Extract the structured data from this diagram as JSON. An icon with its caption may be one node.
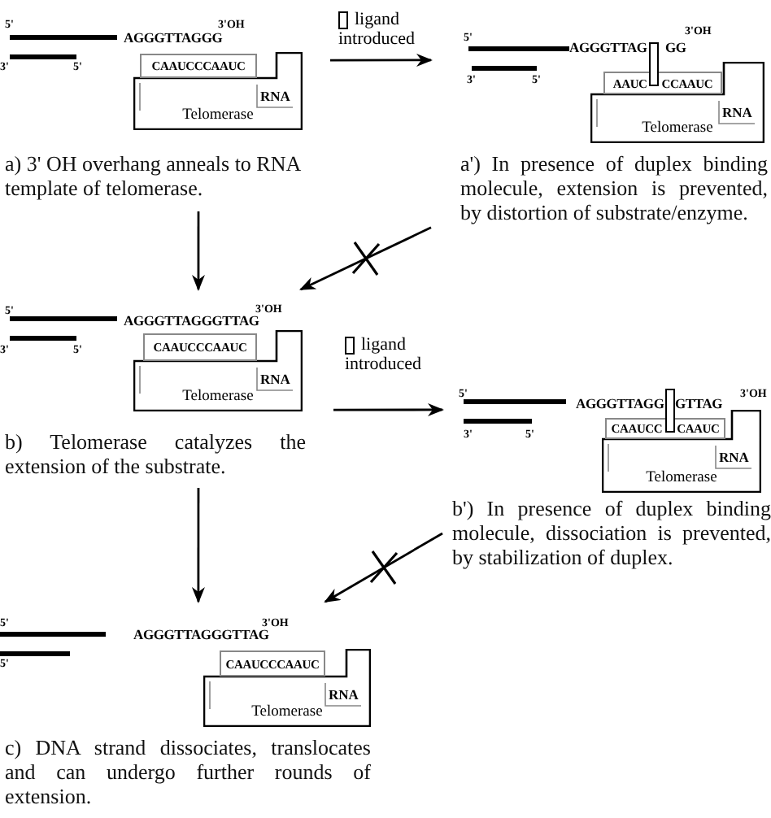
{
  "diagram": {
    "nodes": [
      {
        "text": [
          "a) 3' OH overhang anneals to RNA template of telomerase."
        ]
      },
      {
        "text": [
          "RNA",
          "Telomerase"
        ],
        "in": 0
      },
      {
        "text": [
          "CAAUCCCAAUC"
        ],
        "in": 0
      },
      {
        "text": [
          "a') In presence of duplex binding molecule, extension is prevented, by distortion of substrate/enzyme."
        ]
      },
      {
        "text": [
          "RNA",
          "Telomerase"
        ],
        "in": 3
      },
      {
        "text": [
          "AAUC",
          "CCAAUC"
        ],
        "in": 3
      },
      {
        "text": [
          "b) Telomerase catalyzes the extension of the substrate."
        ]
      },
      {
        "text": [
          "RNA",
          "Telomerase"
        ],
        "in": 6
      },
      {
        "text": [
          "CAAUCCCAAUC"
        ],
        "in": 6
      },
      {
        "text": [
          "b') In presence of duplex binding molecule, dissociation is prevented, by stabilization of duplex."
        ]
      },
      {
        "text": [
          "RNA",
          "Telomerase"
        ],
        "in": 9
      },
      {
        "text": [
          "CAAUCC",
          "CAAUC"
        ],
        "in": 9
      },
      {
        "text": [
          "c) DNA strand dissociates, translocates and can undergo further rounds of extension."
        ]
      },
      {
        "text": [
          "RNA",
          "Telomerase"
        ],
        "in": 12
      },
      {
        "text": [
          "CAAUCCCAAUC"
        ],
        "in": 12
      }
    ],
    "edges": [
      {
        "from": 0,
        "to": 3,
        "arrow": "to",
        "label": "ligand introduced"
      },
      {
        "from": 0,
        "to": 6,
        "arrow": "to"
      },
      {
        "from": 3,
        "to": 6,
        "arrow": "to"
      },
      {
        "from": 6,
        "to": 9,
        "arrow": "to",
        "label": "ligand introduced"
      },
      {
        "from": 6,
        "to": 12,
        "arrow": "to"
      },
      {
        "from": 9,
        "to": 12,
        "arrow": "to"
      }
    ],
    "labels": [
      "5'",
      "AGGGTTAGGG",
      "3'OH",
      "3'",
      "5'",
      "5'",
      "AGGGTTAG",
      "GG",
      "3'OH",
      "3'",
      "5'",
      "5'",
      "AGGGTTAGGGTTAG",
      "3'OH",
      "3'",
      "5'",
      "5'",
      "AGGGTTAGG",
      "GTTAG",
      "3'OH",
      "3'",
      "5'",
      "5'",
      "AGGGTTAGGGTTAG",
      "3'OH",
      "5'"
    ]
  }
}
